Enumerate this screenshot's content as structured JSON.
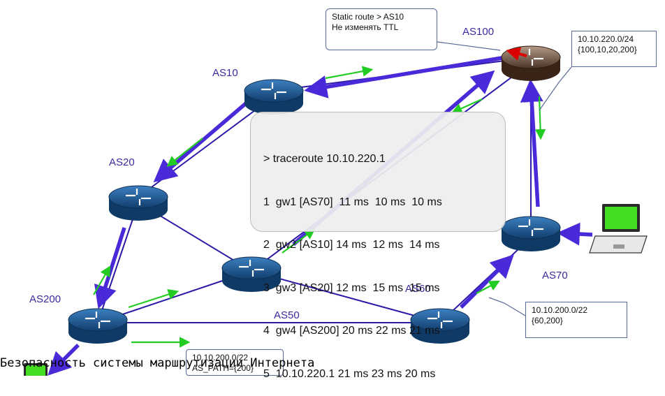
{
  "as_labels": {
    "as100": "AS100",
    "as10": "AS10",
    "as20": "AS20",
    "as200": "AS200",
    "as50": "AS50",
    "as60": "AS60",
    "as70": "AS70"
  },
  "callouts": {
    "static_route": [
      "Static route > AS10",
      "Не изменять TTL"
    ],
    "as100_prefix": [
      "10.10.220.0/24",
      "{100,10,20,200}"
    ],
    "as60_prefix": [
      "10.10.200.0/22",
      "{60,200}"
    ],
    "as200_prefix": [
      "10.10.200.0/22",
      "AS_PATH={200}"
    ]
  },
  "terminal": {
    "command": "> traceroute 10.10.220.1",
    "hops": [
      "1  gw1 [AS70]  11 ms  10 ms  10 ms",
      "2  gw2 [AS10] 14 ms  12 ms  14 ms",
      "3  gw3 [AS20] 12 ms  15 ms  15 ms",
      "4  gw4 [AS200] 20 ms 22 ms 21 ms",
      "5  10.10.220.1 21 ms 23 ms 20 ms"
    ]
  },
  "caption": "Безопасность системы маршрутизации Интернета",
  "colors": {
    "link": "#2a1aa8",
    "route_arrow": "#5533dd",
    "announce_arrow": "#22cc22",
    "router_blue": "#1f5d9c",
    "router_highlight": "#c9b6a6",
    "hijack_red": "#dd0000",
    "laptop_green": "#33dd22"
  }
}
